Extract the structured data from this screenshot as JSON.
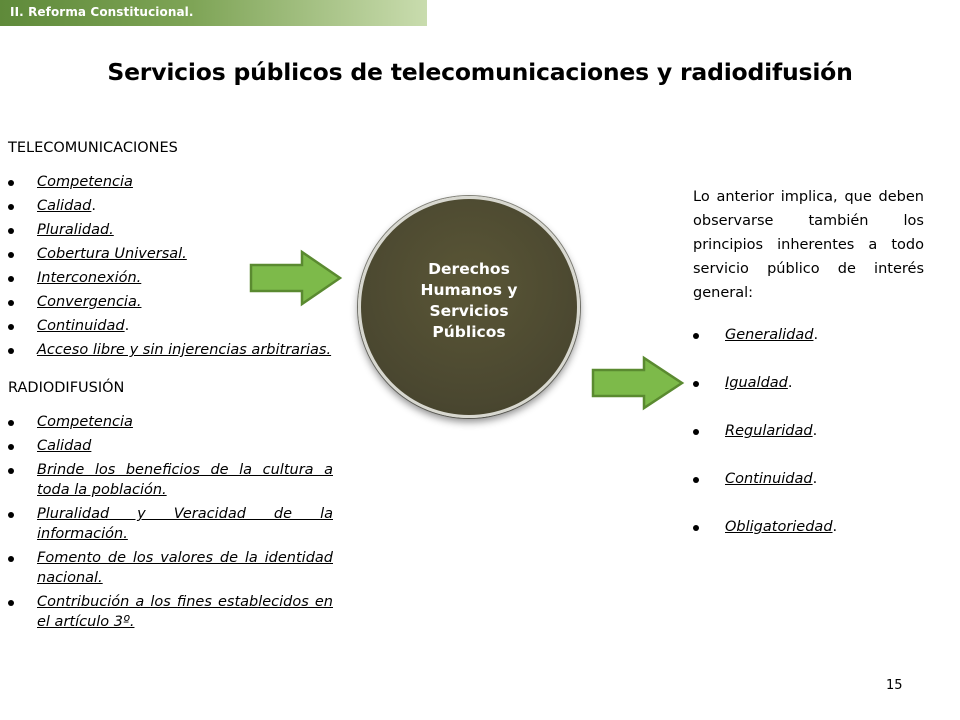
{
  "section_tab": "II. Reforma Constitucional.",
  "title": "Servicios públicos de telecomunicaciones y radiodifusión",
  "telecom": {
    "heading": "TELECOMUNICACIONES",
    "items": [
      {
        "text": "Competencia",
        "suffix": ""
      },
      {
        "text": "Calidad",
        "suffix": "."
      },
      {
        "text": "Pluralidad.",
        "suffix": ""
      },
      {
        "text": "Cobertura Universal.",
        "suffix": ""
      },
      {
        "text": "Interconexión.",
        "suffix": ""
      },
      {
        "text": "Convergencia.",
        "suffix": ""
      },
      {
        "text": "Continuidad",
        "suffix": "."
      },
      {
        "text": "Acceso libre y sin injerencias arbitrarias.",
        "suffix": ""
      }
    ]
  },
  "radio": {
    "heading": "RADIODIFUSIÓN",
    "items": [
      {
        "text": "Competencia",
        "suffix": ""
      },
      {
        "text": "Calidad",
        "suffix": ""
      },
      {
        "text": "Brinde los beneficios de la cultura a toda la población.",
        "suffix": ""
      },
      {
        "text": "Pluralidad y Veracidad de la información.",
        "suffix": ""
      },
      {
        "text": "Fomento de los valores de la identidad nacional.",
        "suffix": ""
      },
      {
        "text": "Contribución a los fines establecidos en el artículo 3º.",
        "suffix": ""
      }
    ]
  },
  "center_circle": "Derechos Humanos y Servicios Públicos",
  "right": {
    "intro": "Lo anterior implica, que deben observarse también los principios inherentes a todo servicio público de interés general:",
    "items": [
      {
        "text": "Generalidad",
        "suffix": "."
      },
      {
        "text": "Igualdad",
        "suffix": "."
      },
      {
        "text": "Regularidad",
        "suffix": "."
      },
      {
        "text": "Continuidad",
        "suffix": "."
      },
      {
        "text": "Obligatoriedad",
        "suffix": "."
      }
    ]
  },
  "page_number": "15",
  "colors": {
    "tab_green": "#5f8a3a",
    "circle_fill": "#4a4730",
    "arrow_fill": "#7dba4a",
    "arrow_stroke": "#5a8a30"
  }
}
